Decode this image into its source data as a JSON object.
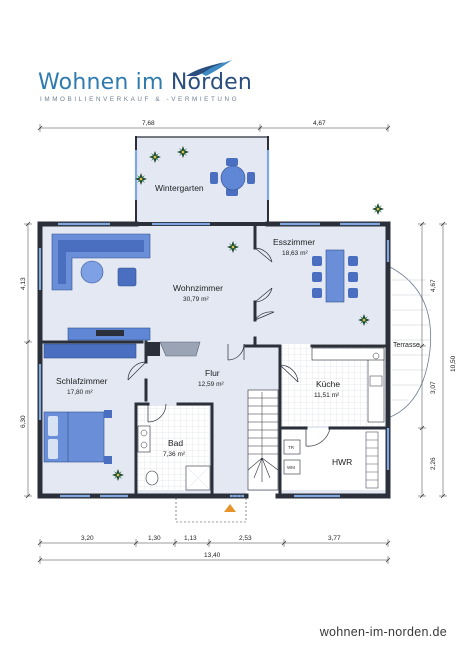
{
  "brand": {
    "name_part1": "Wohnen im ",
    "name_part2": "Norden",
    "tagline": "IMMOBILIENVERKAUF & -VERMIETUNG"
  },
  "rooms": [
    {
      "name": "Wintergarten",
      "area": ""
    },
    {
      "name": "Esszimmer",
      "area": "18,63 m²"
    },
    {
      "name": "Wohnzimmer",
      "area": "30,79 m²"
    },
    {
      "name": "Schlafzimmer",
      "area": "17,80 m²"
    },
    {
      "name": "Flur",
      "area": "12,59 m²"
    },
    {
      "name": "Küche",
      "area": "11,51 m²"
    },
    {
      "name": "Bad",
      "area": "7,36 m²"
    },
    {
      "name": "HWR",
      "area": ""
    },
    {
      "name": "Terrasse",
      "area": ""
    }
  ],
  "appliances": {
    "dryer": "TR",
    "washer": "WM"
  },
  "dimensions": {
    "top": [
      "7,68",
      "4,67"
    ],
    "bottom_segments": [
      "3,20",
      "1,30",
      "1,13",
      "2,53",
      "3,77"
    ],
    "bottom_total": "13,40",
    "left": [
      "4,13",
      "6,30"
    ],
    "right_inner": [
      "4,67",
      "3,07",
      "2,26"
    ],
    "right_total": "10,50"
  },
  "colors": {
    "wall": "#2b2f3a",
    "floor": "#e3e8f3",
    "tile": "#ffffff",
    "furniture": "#4b6fc0",
    "window": "#7fa8e0",
    "plant": "#1e4a30",
    "brand_blue": "#2f7bb0",
    "brand_navy": "#2a4e7e"
  },
  "website": "wohnen-im-norden.de"
}
